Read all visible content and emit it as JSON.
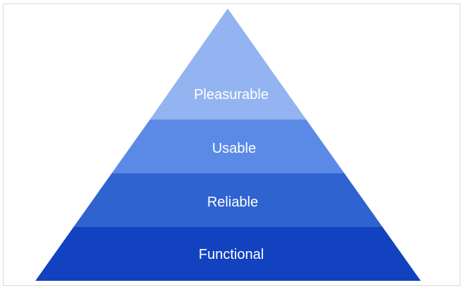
{
  "pyramid": {
    "tiers": [
      {
        "label": "Pleasurable",
        "color": "#93b4f0"
      },
      {
        "label": "Usable",
        "color": "#5b8ae6"
      },
      {
        "label": "Reliable",
        "color": "#2f63d0"
      },
      {
        "label": "Functional",
        "color": "#1242bf"
      }
    ]
  }
}
